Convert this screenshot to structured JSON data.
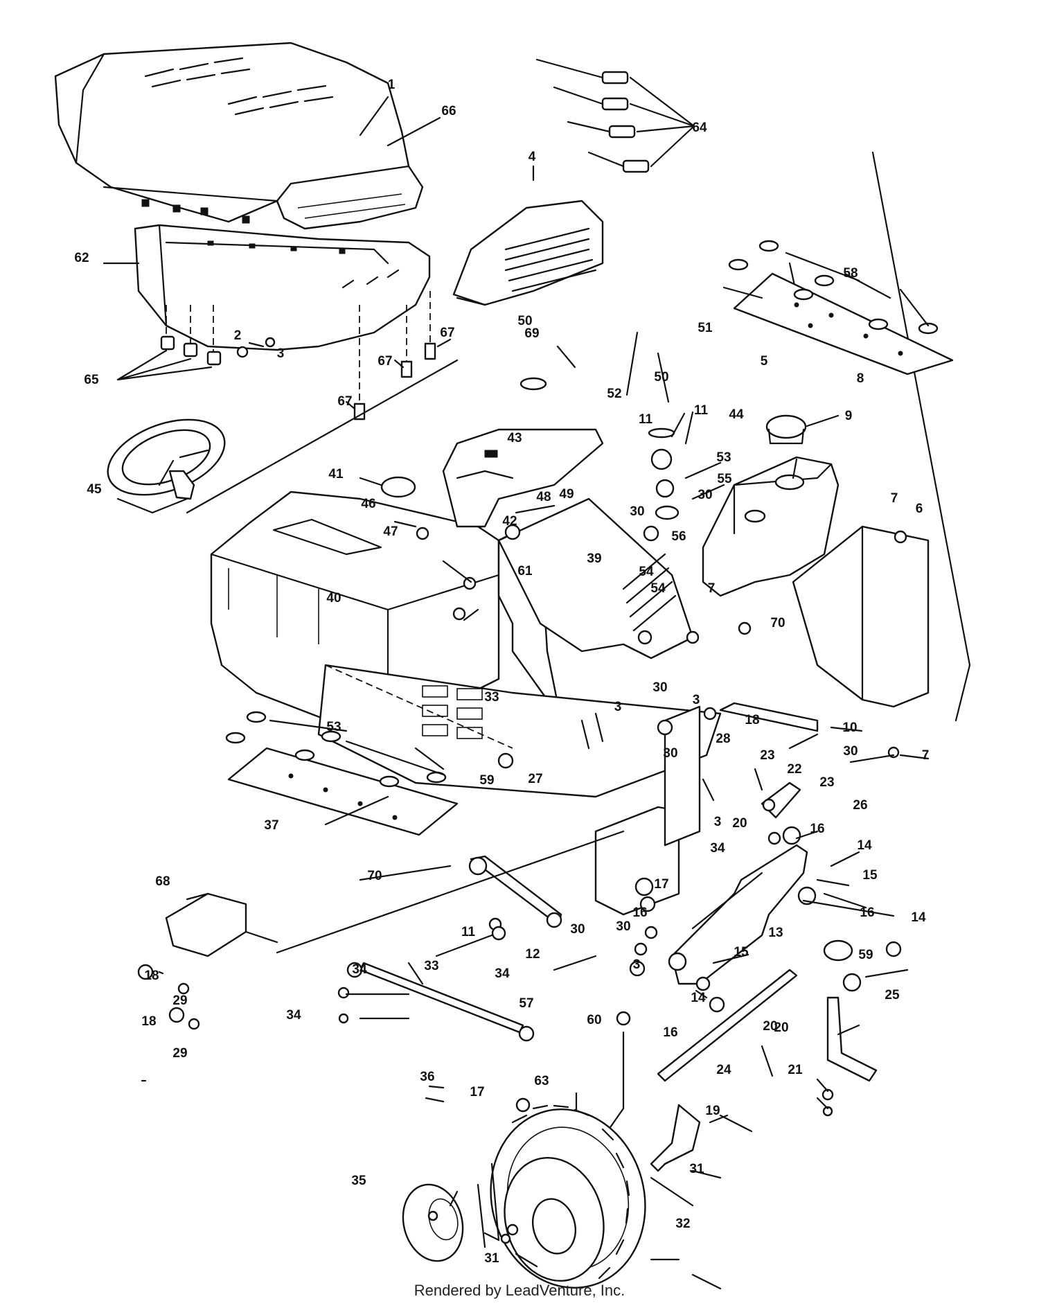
{
  "footer": "Rendered by LeadVenture, Inc.",
  "labels": [
    {
      "n": "1"
    },
    {
      "n": "66"
    },
    {
      "n": "4"
    },
    {
      "n": "64"
    },
    {
      "n": "62"
    },
    {
      "n": "65"
    },
    {
      "n": "2"
    },
    {
      "n": "3"
    },
    {
      "n": "67"
    },
    {
      "n": "67"
    },
    {
      "n": "67"
    },
    {
      "n": "58"
    },
    {
      "n": "5"
    },
    {
      "n": "69"
    },
    {
      "n": "50"
    },
    {
      "n": "51"
    },
    {
      "n": "52"
    },
    {
      "n": "11"
    },
    {
      "n": "50"
    },
    {
      "n": "9"
    },
    {
      "n": "8"
    },
    {
      "n": "44"
    },
    {
      "n": "43"
    },
    {
      "n": "11"
    },
    {
      "n": "53"
    },
    {
      "n": "7"
    },
    {
      "n": "6"
    },
    {
      "n": "45"
    },
    {
      "n": "41"
    },
    {
      "n": "48"
    },
    {
      "n": "49"
    },
    {
      "n": "55"
    },
    {
      "n": "30"
    },
    {
      "n": "46"
    },
    {
      "n": "42"
    },
    {
      "n": "30"
    },
    {
      "n": "56"
    },
    {
      "n": "39"
    },
    {
      "n": "54"
    },
    {
      "n": "47"
    },
    {
      "n": "61"
    },
    {
      "n": "40"
    },
    {
      "n": "54"
    },
    {
      "n": "7"
    },
    {
      "n": "70"
    },
    {
      "n": "33"
    },
    {
      "n": "3"
    },
    {
      "n": "30"
    },
    {
      "n": "3"
    },
    {
      "n": "53"
    },
    {
      "n": "10"
    },
    {
      "n": "30"
    },
    {
      "n": "7"
    },
    {
      "n": "18"
    },
    {
      "n": "28"
    },
    {
      "n": "30"
    },
    {
      "n": "23"
    },
    {
      "n": "22"
    },
    {
      "n": "59"
    },
    {
      "n": "27"
    },
    {
      "n": "23"
    },
    {
      "n": "26"
    },
    {
      "n": "37"
    },
    {
      "n": "20"
    },
    {
      "n": "3"
    },
    {
      "n": "16"
    },
    {
      "n": "34"
    },
    {
      "n": "14"
    },
    {
      "n": "15"
    },
    {
      "n": "70"
    },
    {
      "n": "68"
    },
    {
      "n": "17"
    },
    {
      "n": "16"
    },
    {
      "n": "11"
    },
    {
      "n": "30"
    },
    {
      "n": "30"
    },
    {
      "n": "16"
    },
    {
      "n": "13"
    },
    {
      "n": "14"
    },
    {
      "n": "12"
    },
    {
      "n": "15"
    },
    {
      "n": "59"
    },
    {
      "n": "18"
    },
    {
      "n": "34"
    },
    {
      "n": "33"
    },
    {
      "n": "34"
    },
    {
      "n": "3"
    },
    {
      "n": "29"
    },
    {
      "n": "57"
    },
    {
      "n": "14"
    },
    {
      "n": "25"
    },
    {
      "n": "20"
    },
    {
      "n": "60"
    },
    {
      "n": "16"
    },
    {
      "n": "18"
    },
    {
      "n": "34"
    },
    {
      "n": "29"
    },
    {
      "n": "24"
    },
    {
      "n": "20"
    },
    {
      "n": "21"
    },
    {
      "n": "63"
    },
    {
      "n": "19"
    },
    {
      "n": "36"
    },
    {
      "n": "17"
    },
    {
      "n": "31"
    },
    {
      "n": "35"
    },
    {
      "n": "32"
    },
    {
      "n": "31"
    }
  ]
}
